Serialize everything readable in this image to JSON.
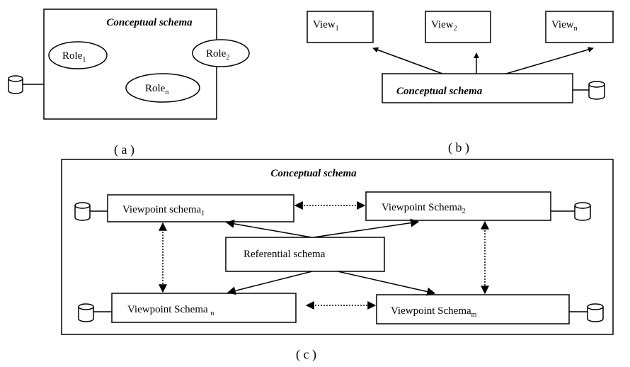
{
  "panel_a": {
    "title": "Conceptual schema",
    "role1": {
      "base": "Role",
      "sub": "1"
    },
    "role2": {
      "base": "Role",
      "sub": "2"
    },
    "rolen": {
      "base": "Role",
      "sub": "n"
    },
    "caption": "( a )",
    "database_icon": "cylinder-icon"
  },
  "panel_b": {
    "view1": {
      "base": "View",
      "sub": "1"
    },
    "view2": {
      "base": "View",
      "sub": "2"
    },
    "viewn": {
      "base": "View",
      "sub": "n"
    },
    "schema": "Conceptual schema",
    "caption": "( b )",
    "database_icon": "cylinder-icon"
  },
  "panel_c": {
    "title": "Conceptual schema",
    "vp1": {
      "base": "Viewpoint schema",
      "sub": "1"
    },
    "vp2": {
      "base": "Viewpoint Schema",
      "sub": "2"
    },
    "vpn": {
      "base": "Viewpoint Schema ",
      "sub": "n"
    },
    "vpm": {
      "base": "Viewpoint Schema",
      "sub": "m"
    },
    "referential": "Referential schema",
    "caption": "( c )",
    "database_icon": "cylinder-icon"
  }
}
